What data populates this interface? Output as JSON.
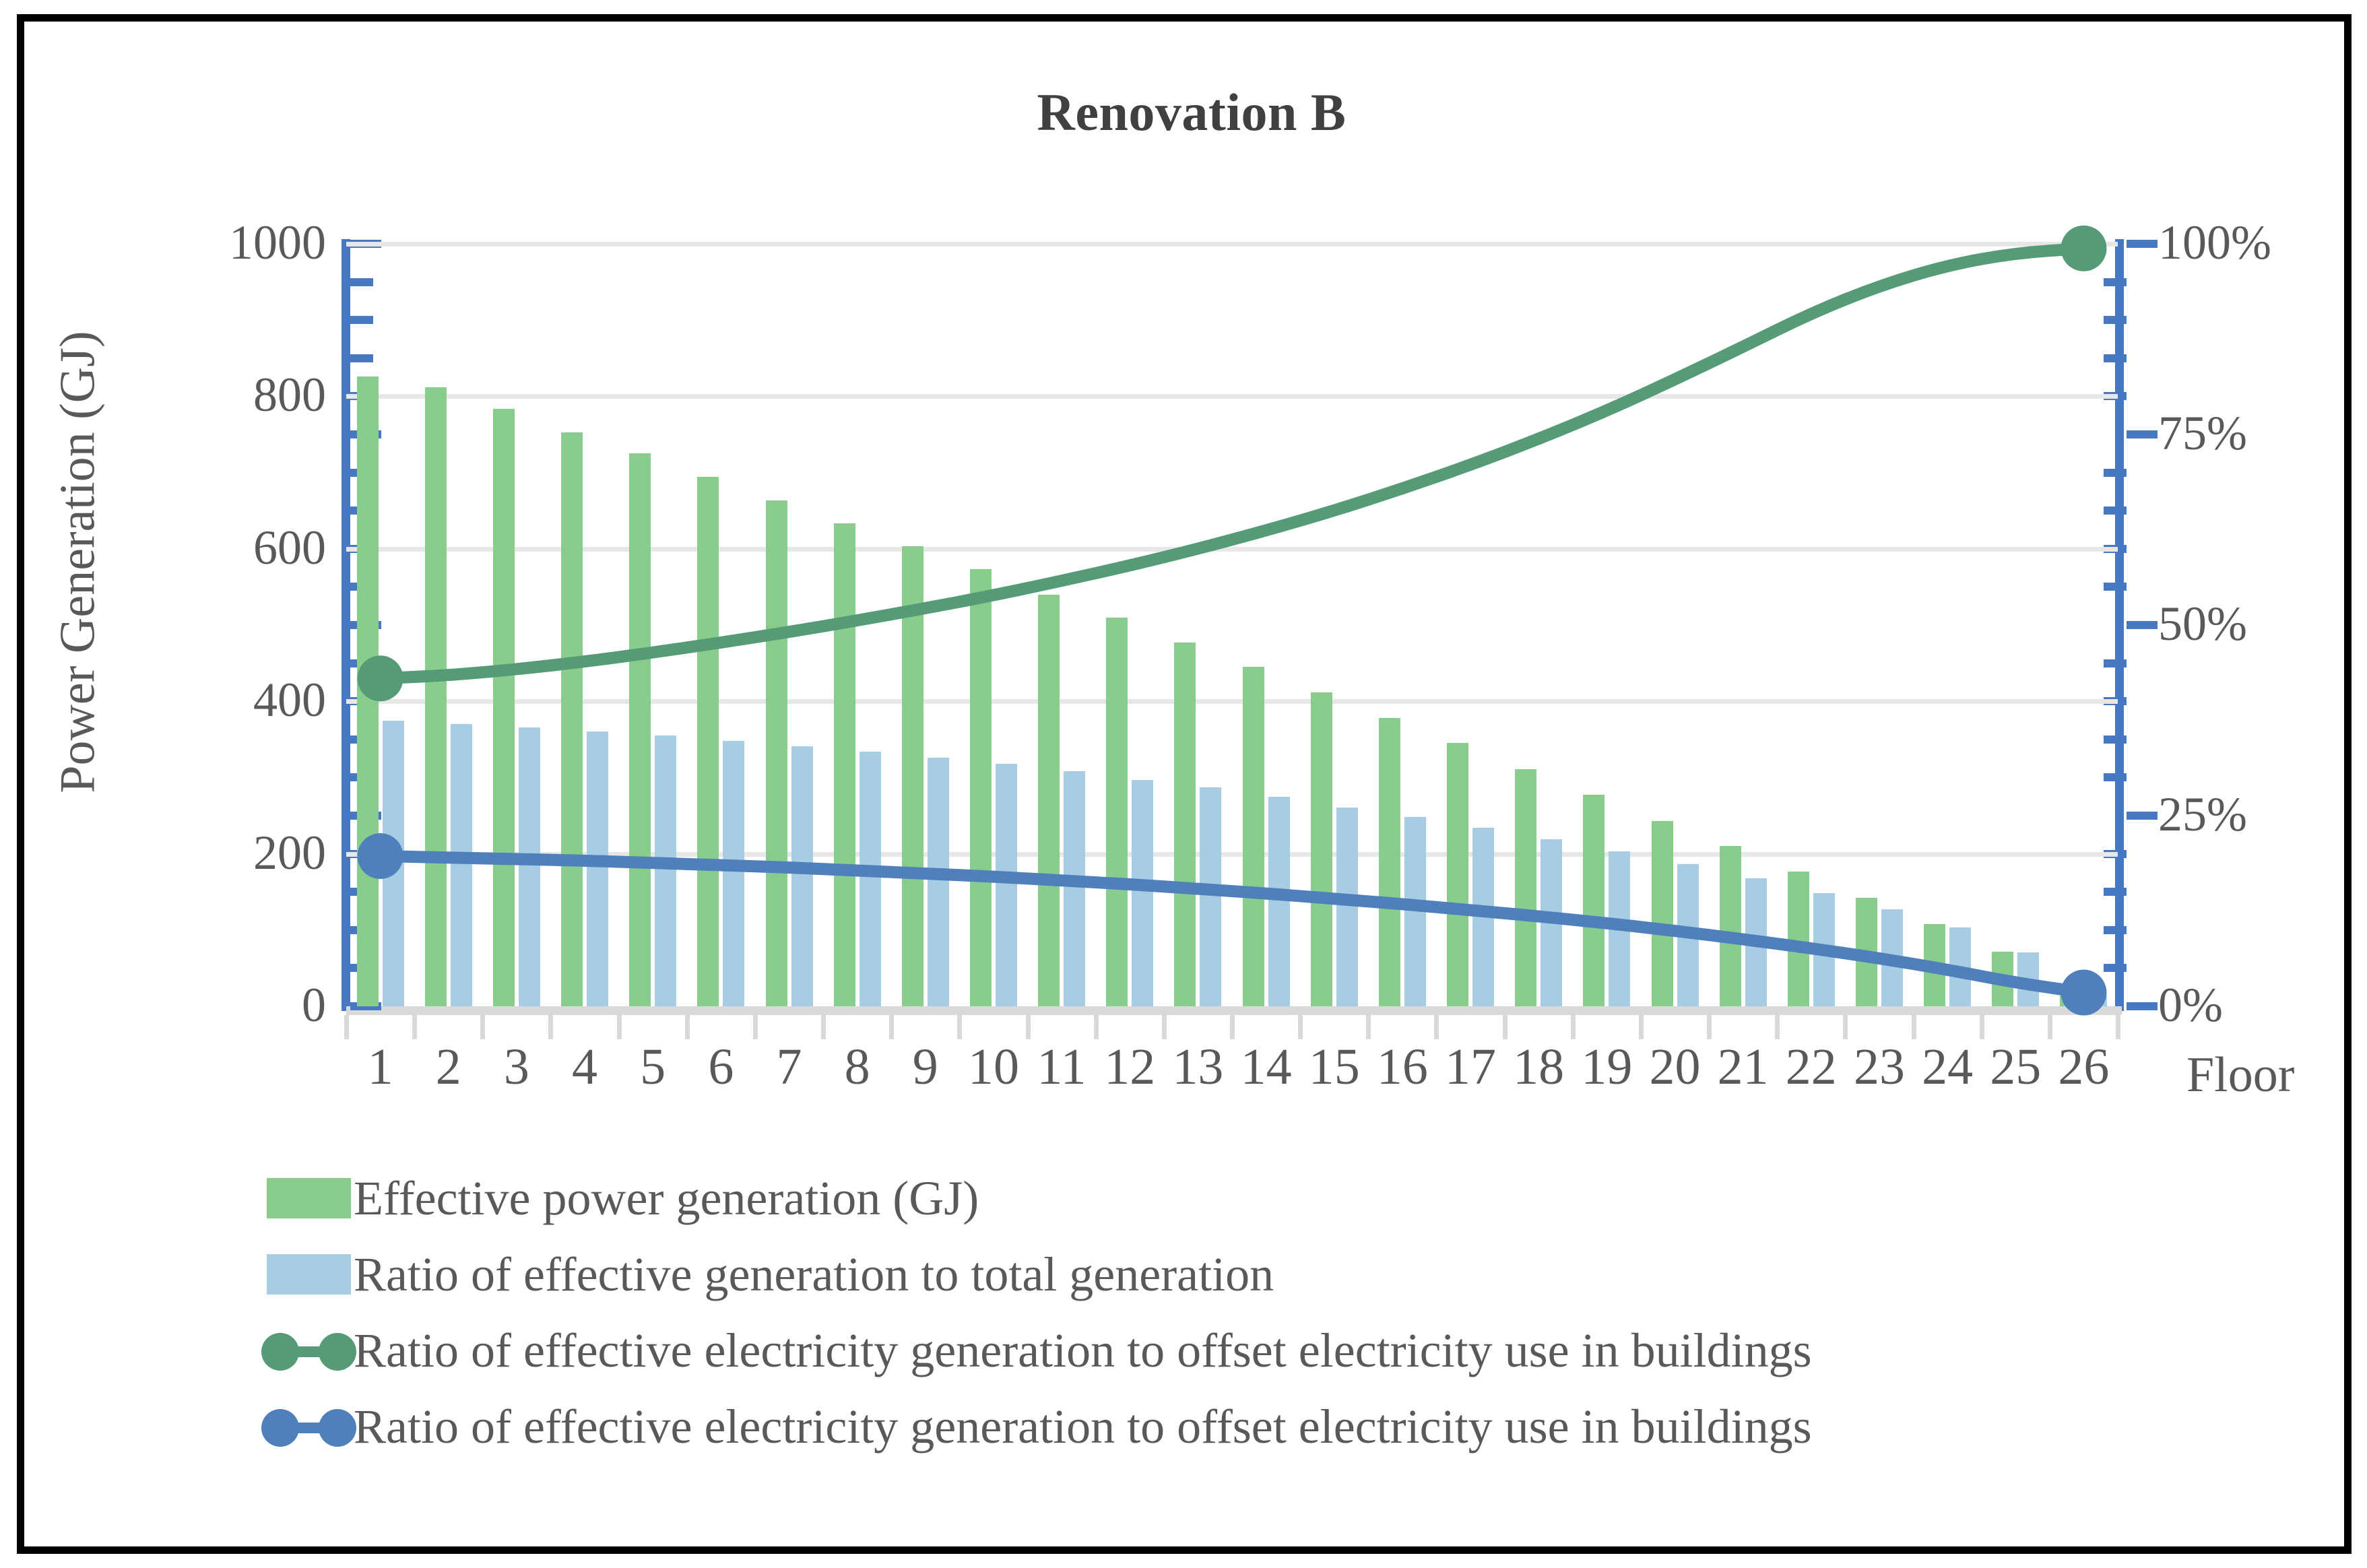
{
  "chart_data": {
    "type": "bar",
    "title": "Renovation B",
    "xlabel": "Floor",
    "ylabel": "Power Generation (GJ)",
    "y2label": "",
    "ylim": [
      0,
      1000
    ],
    "y2lim": [
      0,
      1.0
    ],
    "yticks": [
      "0",
      "200",
      "400",
      "600",
      "800",
      "1000"
    ],
    "ytick_values": [
      0,
      200,
      400,
      600,
      800,
      1000
    ],
    "y2ticks": [
      "0%",
      "25%",
      "50%",
      "75%",
      "100%"
    ],
    "y2tick_values": [
      0,
      25,
      50,
      75,
      100
    ],
    "grid": true,
    "legend_position": "bottom-left",
    "categories": [
      "1",
      "2",
      "3",
      "4",
      "5",
      "6",
      "7",
      "8",
      "9",
      "10",
      "11",
      "12",
      "13",
      "14",
      "15",
      "16",
      "17",
      "18",
      "19",
      "20",
      "21",
      "22",
      "23",
      "24",
      "25",
      "26"
    ],
    "series": [
      {
        "name": "Effective power generation (GJ)",
        "type": "bar",
        "color": "#88cd8b",
        "axis": "left",
        "values": [
          826,
          812,
          784,
          753,
          725,
          694,
          663,
          633,
          603,
          573,
          540,
          510,
          477,
          445,
          412,
          378,
          345,
          311,
          277,
          243,
          210,
          177,
          142,
          108,
          72,
          14
        ]
      },
      {
        "name": "Ratio of effective generation to total generation",
        "type": "bar",
        "color": "#a6cde3",
        "axis": "left",
        "values": [
          375,
          370,
          366,
          360,
          355,
          348,
          341,
          334,
          326,
          318,
          308,
          297,
          287,
          275,
          261,
          248,
          234,
          219,
          203,
          186,
          168,
          148,
          127,
          103,
          71,
          13
        ]
      },
      {
        "name": "Ratio of effective electricity generation to offset electricity use in buildings",
        "type": "line",
        "color": "#569b77",
        "axis": "right",
        "marker_first": true,
        "marker_last": true,
        "values": [
          43.0,
          43.4,
          44.2,
          45.2,
          46.4,
          47.7,
          49.1,
          50.6,
          52.2,
          53.9,
          55.8,
          57.8,
          60.0,
          62.4,
          65.0,
          67.9,
          71.0,
          74.4,
          78.1,
          82.2,
          86.5,
          90.9,
          94.5,
          97.2,
          98.8,
          99.4
        ]
      },
      {
        "name": "Ratio of effective electricity generation to offset electricity use in buildings",
        "type": "line",
        "color": "#5080bc",
        "axis": "right",
        "marker_first": true,
        "marker_last": true,
        "values": [
          19.7,
          19.5,
          19.3,
          19.1,
          18.8,
          18.5,
          18.2,
          17.8,
          17.4,
          17.0,
          16.5,
          16.0,
          15.4,
          14.8,
          14.1,
          13.4,
          12.6,
          11.8,
          10.9,
          9.9,
          8.8,
          7.6,
          6.3,
          4.8,
          3.1,
          1.8
        ]
      }
    ]
  },
  "legend": [
    {
      "label": "Effective power generation (GJ)",
      "marker": "square",
      "color": "#88cd8b"
    },
    {
      "label": "Ratio of effective generation to total generation",
      "marker": "square",
      "color": "#a6cde3"
    },
    {
      "label": "Ratio of effective electricity generation to offset electricity use in buildings",
      "marker": "line-dot",
      "color": "#569b77"
    },
    {
      "label": "Ratio of effective electricity generation to offset electricity use in buildings",
      "marker": "line-dot",
      "color": "#5080bc"
    }
  ],
  "colors": {
    "bar_green": "#88cd8b",
    "bar_blue": "#a6cde3",
    "line_green": "#569b77",
    "line_blue": "#5080bc",
    "axis_blue": "#4678c4",
    "grid": "#e7e7e7",
    "text": "#595959",
    "title": "#404040",
    "border": "#000000"
  }
}
